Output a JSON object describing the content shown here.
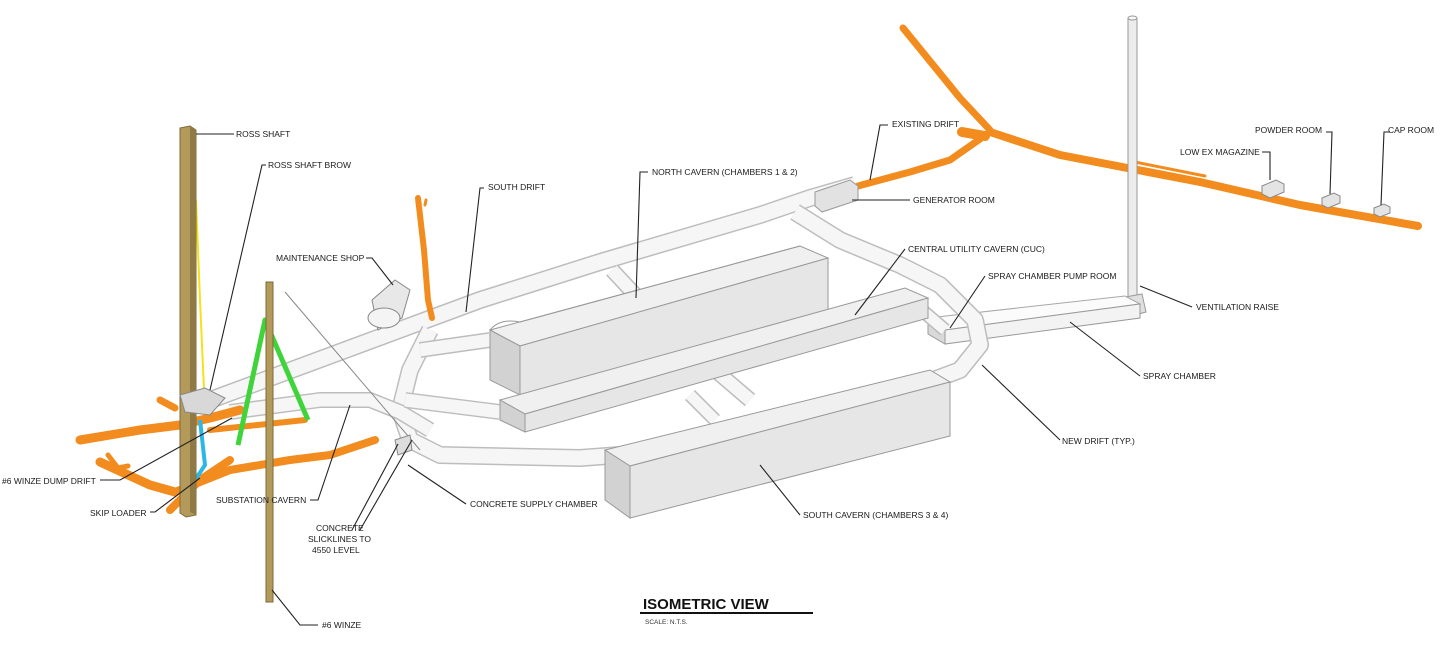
{
  "title": "ISOMETRIC VIEW",
  "scale": "SCALE:   N.T.S.",
  "labels": {
    "ross_shaft": "ROSS SHAFT",
    "ross_shaft_brow": "ROSS SHAFT BROW",
    "south_drift": "SOUTH DRIFT",
    "maintenance_shop": "MAINTENANCE SHOP",
    "north_cavern": "NORTH CAVERN (CHAMBERS 1 & 2)",
    "existing_drift": "EXISTING DRIFT",
    "generator_room": "GENERATOR ROOM",
    "central_utility": "CENTRAL UTILITY CAVERN (CUC)",
    "spray_pump_room": "SPRAY CHAMBER PUMP ROOM",
    "ventilation_raise": "VENTILATION RAISE",
    "spray_chamber": "SPRAY CHAMBER",
    "new_drift": "NEW DRIFT (TYP.)",
    "south_cavern": "SOUTH CAVERN (CHAMBERS 3 & 4)",
    "concrete_supply": "CONCRETE SUPPLY CHAMBER",
    "concrete_slicklines_1": "CONCRETE",
    "concrete_slicklines_2": "SLICKLINES TO",
    "concrete_slicklines_3": "4550 LEVEL",
    "substation_cavern": "SUBSTATION CAVERN",
    "winze_dump_drift": "#6 WINZE DUMP DRIFT",
    "skip_loader": "SKIP LOADER",
    "winze_6": "#6 WINZE",
    "low_ex_magazine": "LOW EX MAGAZINE",
    "powder_room": "POWDER ROOM",
    "cap_room": "CAP ROOM"
  },
  "colors": {
    "existing_workings": "#f28c1e",
    "shafts": "#b39a5a",
    "new_excavation": "#f0f0f0",
    "ventilation_raise": "#e8e8e8",
    "green_structure": "#3fd43a",
    "cyan_structure": "#2bb8e6",
    "yellow_line": "#f2e21a"
  }
}
